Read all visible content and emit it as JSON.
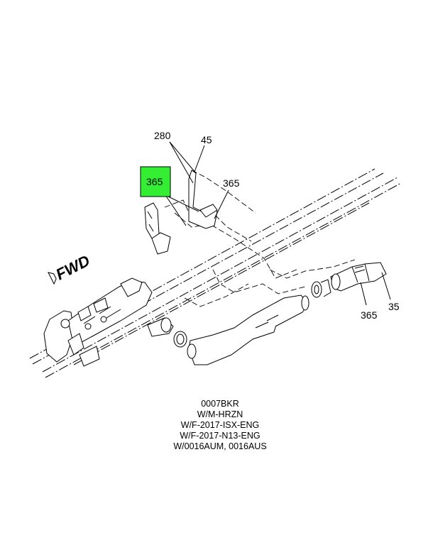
{
  "callouts": {
    "c280": "280",
    "c45": "45",
    "c365_highlight": "365",
    "c365_upper": "365",
    "c365_lower": "365",
    "c35": "35"
  },
  "direction_label": "FWD",
  "notes": [
    "0007BKR",
    "W/M-HRZN",
    "W/F-2017-ISX-ENG",
    "W/F-2017-N13-ENG",
    "W/0016AUM, 0016AUS"
  ],
  "colors": {
    "highlight": "#33ee33",
    "line": "#000000"
  }
}
